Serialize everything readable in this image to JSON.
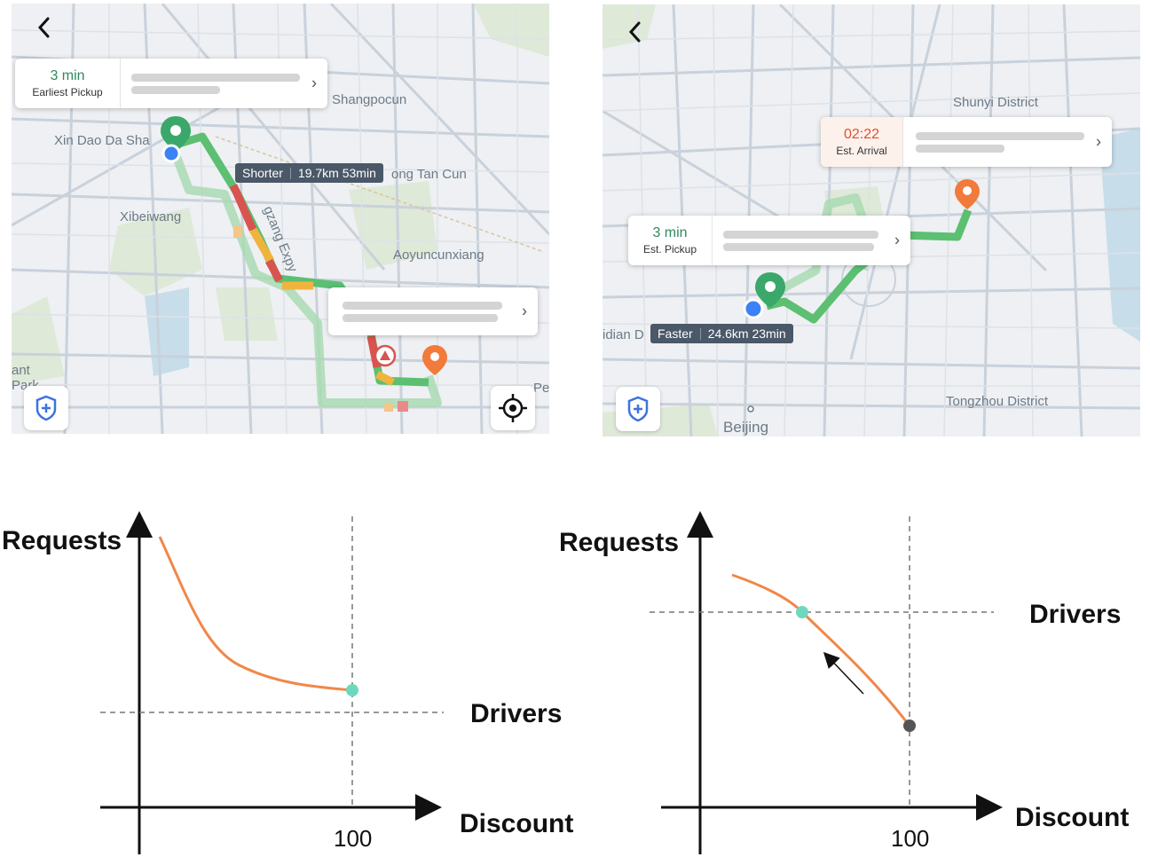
{
  "map1": {
    "pickup_time": "3 min",
    "pickup_label": "Earliest Pickup",
    "route_tag_name": "Shorter",
    "route_tag_info": "19.7km 53min",
    "labels": {
      "shangpocun": "Shangpocun",
      "xindaodasha": "Xin Dao Da Sha",
      "xibeiwang": "Xibeiwang",
      "ongtancun": "ong Tan Cun",
      "expy": "gzang Expy",
      "aoyuncunxiang": "Aoyuncunxiang",
      "ant": "ant",
      "park": "Park",
      "edge": "Pe"
    }
  },
  "map2": {
    "pickup_time": "3 min",
    "pickup_label": "Est. Pickup",
    "arrival_time": "02:22",
    "arrival_label": "Est. Arrival",
    "route_tag_name": "Faster",
    "route_tag_info": "24.6km 23min",
    "labels": {
      "shunyi": "Shunyi District",
      "idian": "idian D",
      "beijing": "Beijing",
      "tongzhou": "Tongzhou District"
    }
  },
  "chart_left": {
    "ylabel": "Requests",
    "xlabel": "Discount",
    "hline_label": "Drivers",
    "tick": "100"
  },
  "chart_right": {
    "ylabel": "Requests",
    "xlabel": "Discount",
    "hline_label": "Drivers",
    "tick": "100"
  },
  "colors": {
    "route_green": "#5cbf72",
    "curve_orange": "#f0874a",
    "point_teal": "#6ed8bf",
    "point_dark": "#555555",
    "pickup_green": "#3aa86a",
    "dest_orange": "#f27a3a",
    "arrival_red": "#e0502d",
    "tag_bg": "#4a5868"
  },
  "icons": [
    "back-arrow-icon",
    "chevron-right-icon",
    "pickup-pin-icon",
    "destination-pin-icon",
    "shield-plus-icon",
    "locate-icon",
    "my-location-icon"
  ]
}
